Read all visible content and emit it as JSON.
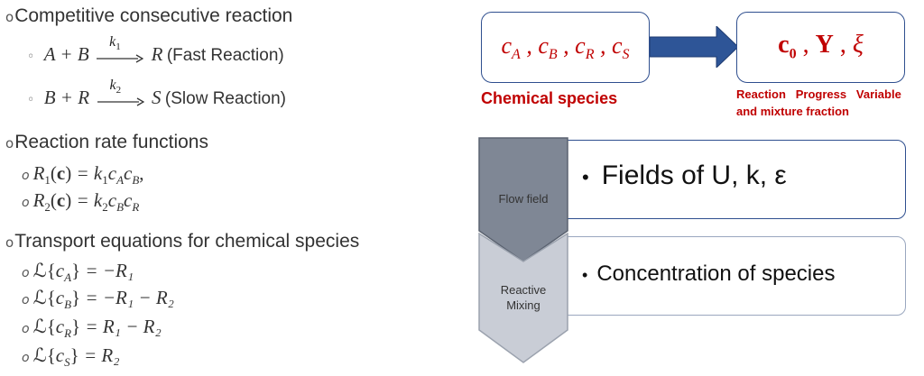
{
  "left": {
    "bullet_char": "o",
    "sub_bullet_char": "◦",
    "heading1": "Competitive consecutive reaction",
    "reaction1": {
      "lhs": "A + B",
      "rate": "k",
      "rate_sub": "1",
      "rhs": "R",
      "label": "(Fast Reaction)"
    },
    "reaction2": {
      "lhs": "B + R",
      "rate": "k",
      "rate_sub": "2",
      "rhs": "S",
      "label": "(Slow Reaction)"
    },
    "heading2": "Reaction rate functions",
    "rates": [
      {
        "lhs": "R",
        "lhs_sub": "1",
        "arg": "c",
        "rhs": "= k",
        "rhs_sub": "1",
        "terms": [
          [
            "c",
            "A"
          ],
          [
            "c",
            "B"
          ]
        ],
        "tail": ","
      },
      {
        "lhs": "R",
        "lhs_sub": "2",
        "arg": "c",
        "rhs": "= k",
        "rhs_sub": "2",
        "terms": [
          [
            "c",
            "B"
          ],
          [
            "c",
            "R"
          ]
        ],
        "tail": ""
      }
    ],
    "heading3": "Transport equations for chemical species",
    "transport": [
      {
        "species": "A",
        "rhs": "= −R₁"
      },
      {
        "species": "B",
        "rhs": "= −R₁ − R₂"
      },
      {
        "species": "R",
        "rhs": "= R₁ − R₂"
      },
      {
        "species": "S",
        "rhs": "= R₂"
      }
    ]
  },
  "right": {
    "box1_text": "c_A , c_B , c_R , c_S",
    "box2_text": "c₀ , Y , ξ",
    "caption1": "Chemical species",
    "caption2_line1": "Reaction   Progress   Variable",
    "caption2_line2": "and mixture fraction",
    "stage1_label": "Flow field",
    "stage1_text": "Fields of U, k, ε",
    "stage2_label_line1": "Reactive",
    "stage2_label_line2": "Mixing",
    "stage2_text": "Concentration of species",
    "colors": {
      "accent_red": "#c00000",
      "border_blue": "#2f4f8f",
      "arrow_blue": "#2e5597"
    }
  }
}
